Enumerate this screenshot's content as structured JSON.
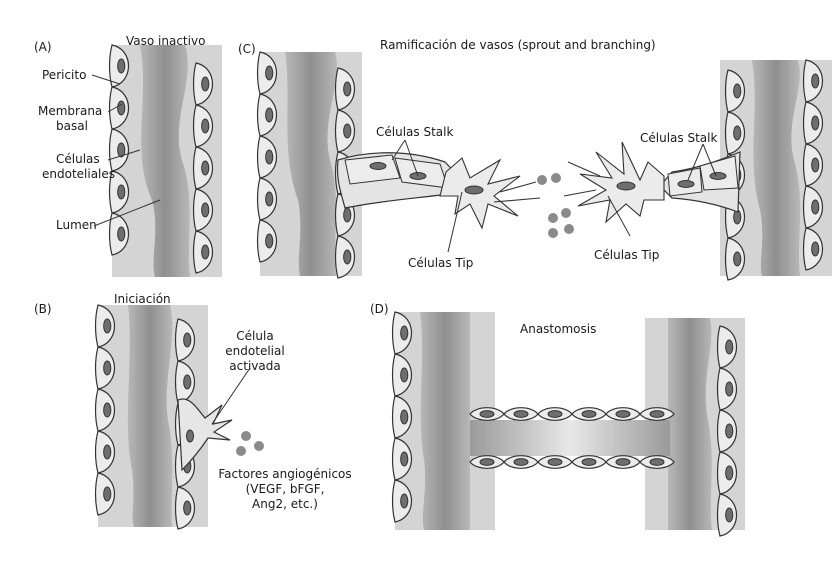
{
  "panels": {
    "A": {
      "letter": "(A)",
      "title": "Vaso inactivo",
      "labels": {
        "pericito": "Pericito",
        "membrana_line1": "Membrana",
        "membrana_line2": "basal",
        "celulas_line1": "Células",
        "celulas_line2": "endoteliales",
        "lumen": "Lumen"
      }
    },
    "B": {
      "letter": "(B)",
      "title": "Iniciación",
      "labels": {
        "celula_line1": "Célula",
        "celula_line2": "endotelial",
        "celula_line3": "activada",
        "factores_line1": "Factores angiogénicos",
        "factores_line2": "(VEGF, bFGF,",
        "factores_line3": "Ang2, etc.)"
      }
    },
    "C": {
      "letter": "(C)",
      "title": "Ramificación de vasos (sprout and branching)",
      "labels": {
        "stalk_left": "Células Stalk",
        "stalk_right": "Células Stalk",
        "tip_left": "Células Tip",
        "tip_right": "Células Tip"
      }
    },
    "D": {
      "letter": "(D)",
      "title": "Anastomosis"
    }
  },
  "colors": {
    "vessel_wall": "#d8d8d8",
    "lumen": "#a8a8a8",
    "cell_fill": "#ececec",
    "nucleus": "#6e6e6e",
    "outline": "#333333",
    "factor_dot": "#8a8a8a"
  }
}
